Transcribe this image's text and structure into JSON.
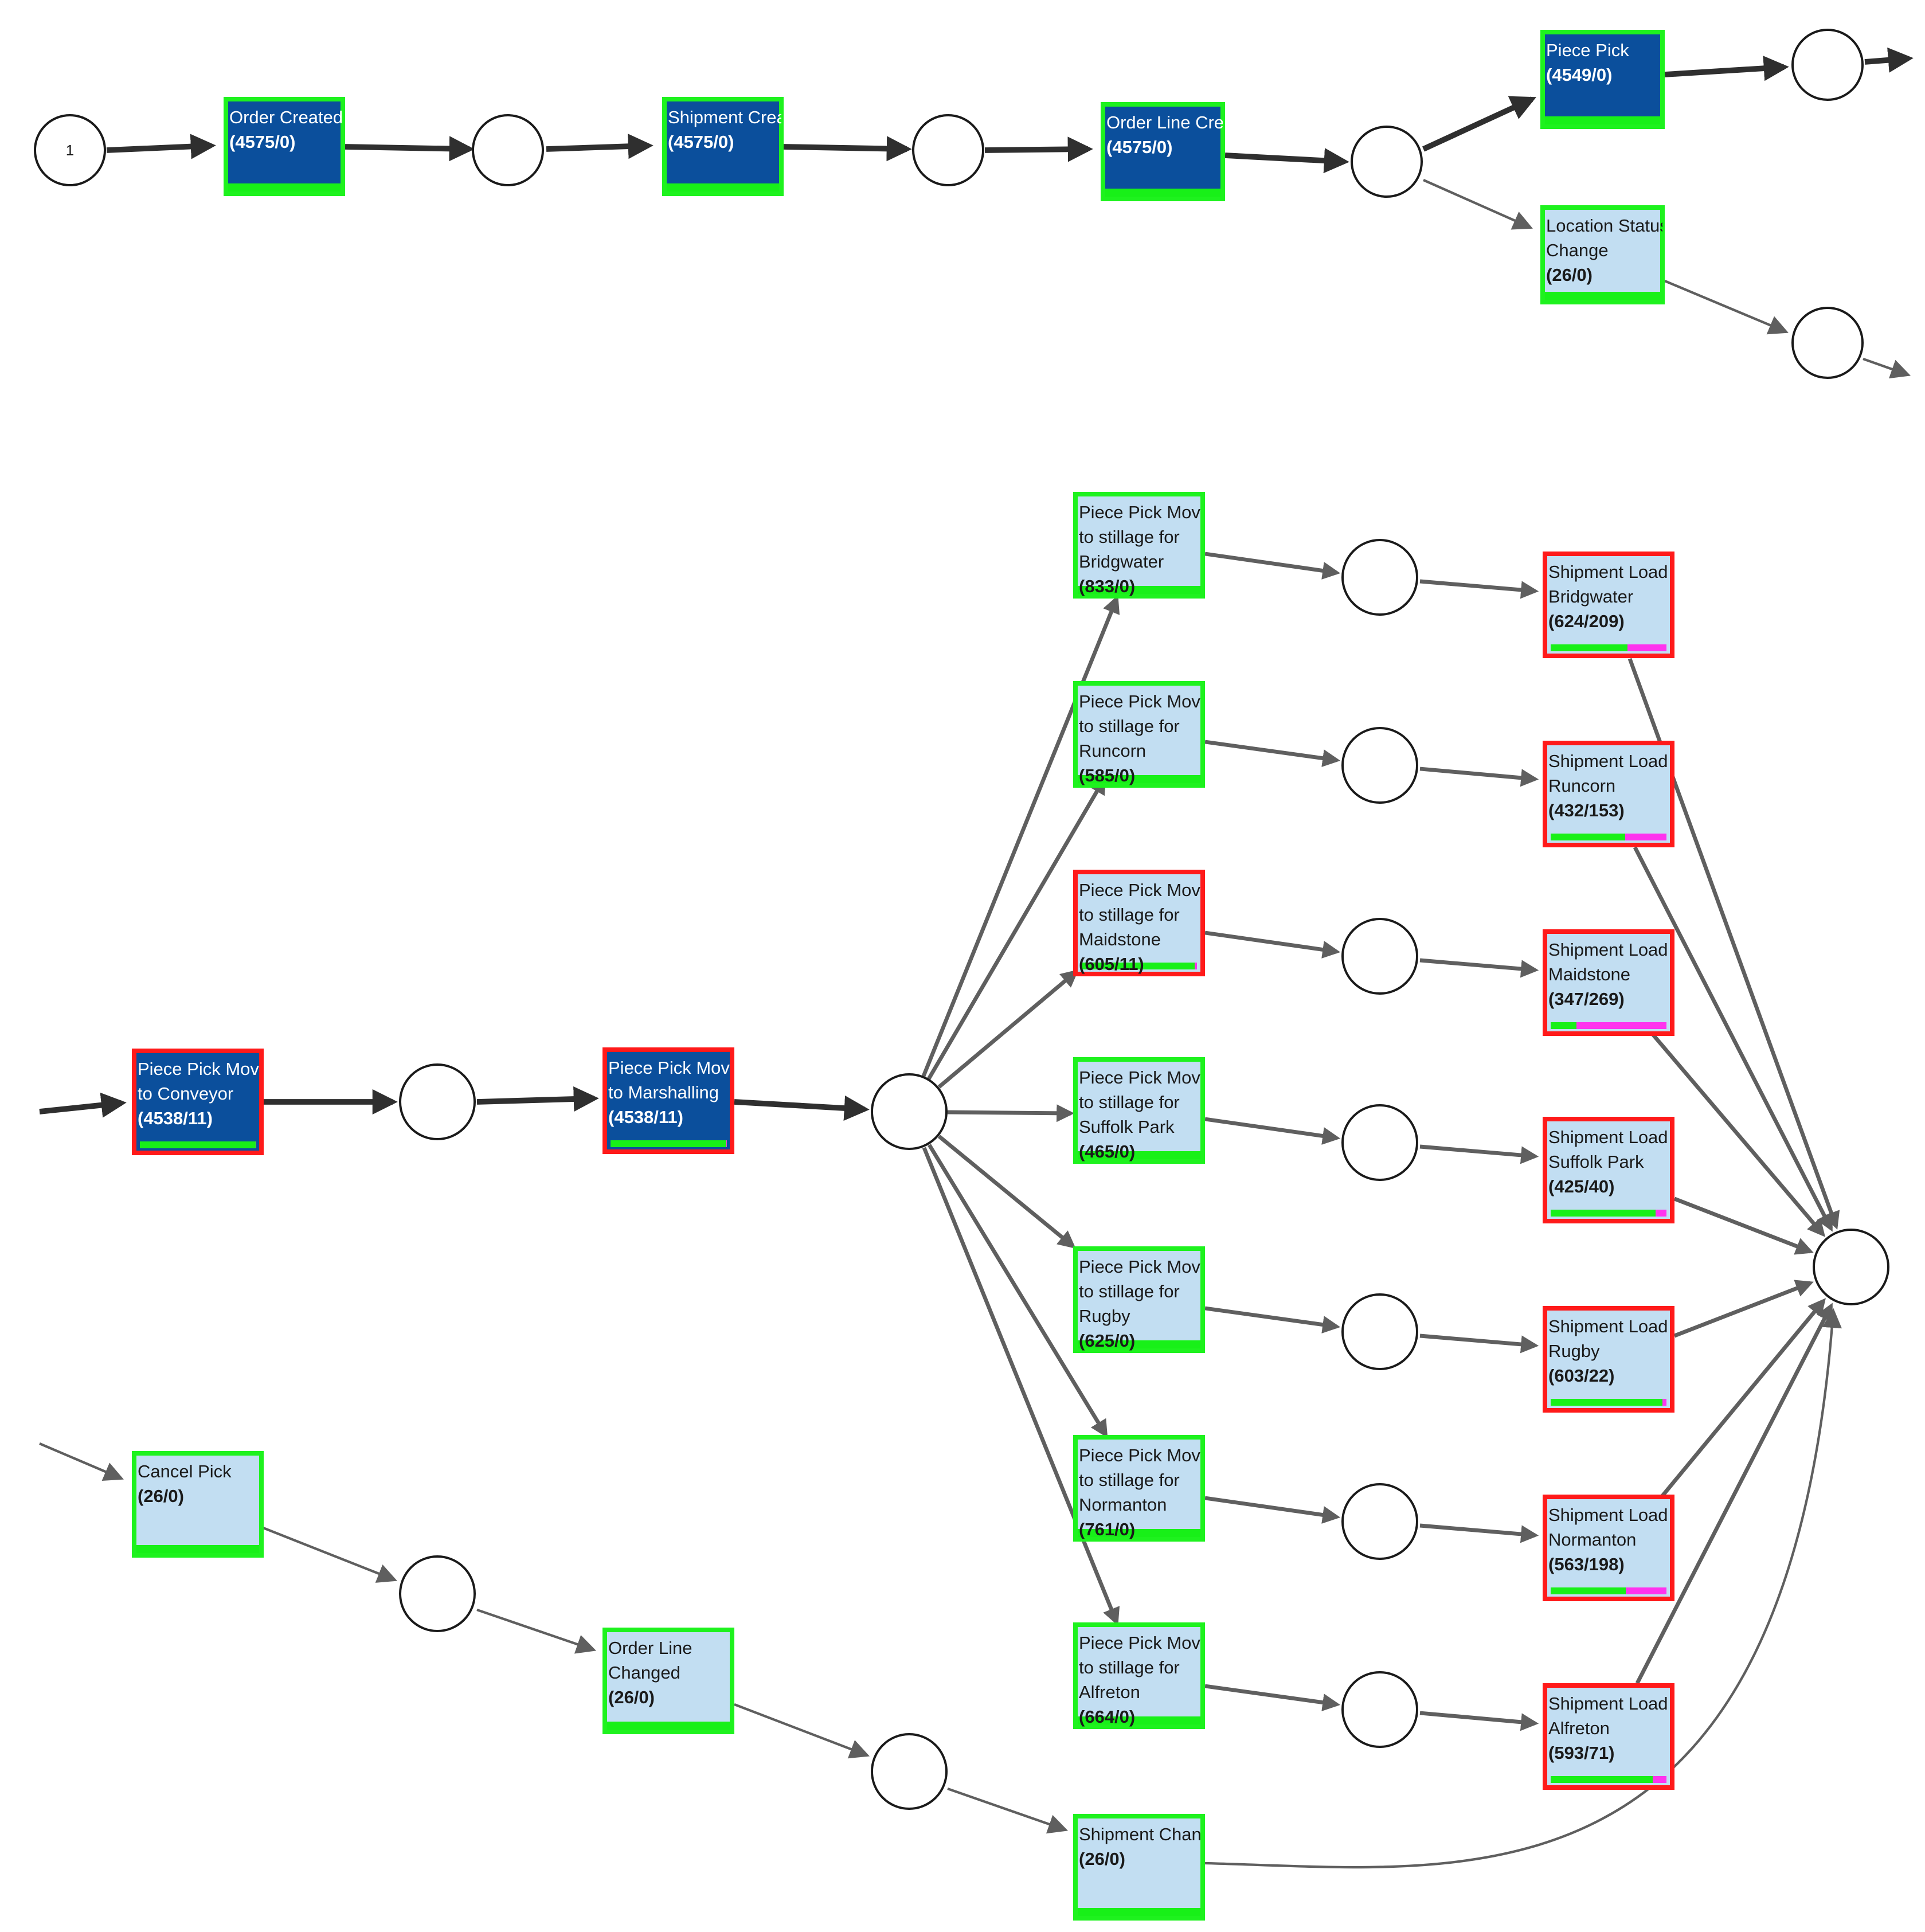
{
  "colors": {
    "task_dark": "#0b4f9c",
    "task_light": "#c2def2",
    "border_ok": "#1ef21e",
    "border_warn": "#ff1a1a",
    "bar_ok": "#18f018",
    "bar_bad": "#ff33ee",
    "arc_heavy": "#2f2f2f",
    "arc_medium": "#5f5f5f"
  },
  "start_place_label": "1",
  "tasks": [
    {
      "id": "order_created",
      "name": "Order Created",
      "count": "(4575/0)"
    },
    {
      "id": "shipment_created",
      "name": "Shipment Crea",
      "count": "(4575/0)"
    },
    {
      "id": "order_line_created",
      "name": "Order Line Crea",
      "count": "(4575/0)"
    },
    {
      "id": "piece_pick",
      "name": "Piece Pick",
      "count": "(4549/0)"
    },
    {
      "id": "location_status_change",
      "name": "Location Status\nChange",
      "count": "(26/0)"
    },
    {
      "id": "pp_move_conveyor",
      "name": "Piece Pick Mov\nto Conveyor",
      "count": "(4538/11)",
      "ok": 4527,
      "bad": 11
    },
    {
      "id": "pp_move_marshalling",
      "name": "Piece Pick Mov\nto Marshalling",
      "count": "(4538/11)",
      "ok": 4527,
      "bad": 11
    },
    {
      "id": "pp_bridgwater",
      "name": "Piece Pick Mov\nto stillage for\nBridgwater",
      "count": "(833/0)"
    },
    {
      "id": "pp_runcorn",
      "name": "Piece Pick Mov\nto stillage for\nRuncorn",
      "count": "(585/0)"
    },
    {
      "id": "pp_maidstone",
      "name": "Piece Pick Mov\nto stillage for\nMaidstone",
      "count": "(605/11)",
      "ok": 594,
      "bad": 11
    },
    {
      "id": "pp_suffolk",
      "name": "Piece Pick Mov\nto stillage for\nSuffolk Park",
      "count": "(465/0)"
    },
    {
      "id": "pp_rugby",
      "name": "Piece Pick Mov\nto stillage for\nRugby",
      "count": "(625/0)"
    },
    {
      "id": "pp_normanton",
      "name": "Piece Pick Mov\nto stillage for\nNormanton",
      "count": "(761/0)"
    },
    {
      "id": "pp_alfreton",
      "name": "Piece Pick Mov\nto stillage for\nAlfreton",
      "count": "(664/0)"
    },
    {
      "id": "sl_bridgwater",
      "name": "Shipment Load\nBridgwater",
      "count": "(624/209)",
      "ok": 415,
      "bad": 209
    },
    {
      "id": "sl_runcorn",
      "name": "Shipment Load\nRuncorn",
      "count": "(432/153)",
      "ok": 279,
      "bad": 153
    },
    {
      "id": "sl_maidstone",
      "name": "Shipment Load\nMaidstone",
      "count": "(347/269)",
      "ok": 78,
      "bad": 269
    },
    {
      "id": "sl_suffolk",
      "name": "Shipment Load\nSuffolk Park",
      "count": "(425/40)",
      "ok": 385,
      "bad": 40
    },
    {
      "id": "sl_rugby",
      "name": "Shipment Load\nRugby",
      "count": "(603/22)",
      "ok": 581,
      "bad": 22
    },
    {
      "id": "sl_normanton",
      "name": "Shipment Load\nNormanton",
      "count": "(563/198)",
      "ok": 365,
      "bad": 198
    },
    {
      "id": "sl_alfreton",
      "name": "Shipment Load\nAlfreton",
      "count": "(593/71)",
      "ok": 522,
      "bad": 71
    },
    {
      "id": "cancel_pick",
      "name": "Cancel Pick",
      "count": "(26/0)"
    },
    {
      "id": "order_line_changed",
      "name": "Order Line\nChanged",
      "count": "(26/0)"
    },
    {
      "id": "shipment_changed",
      "name": "Shipment Chan",
      "count": "(26/0)"
    }
  ]
}
